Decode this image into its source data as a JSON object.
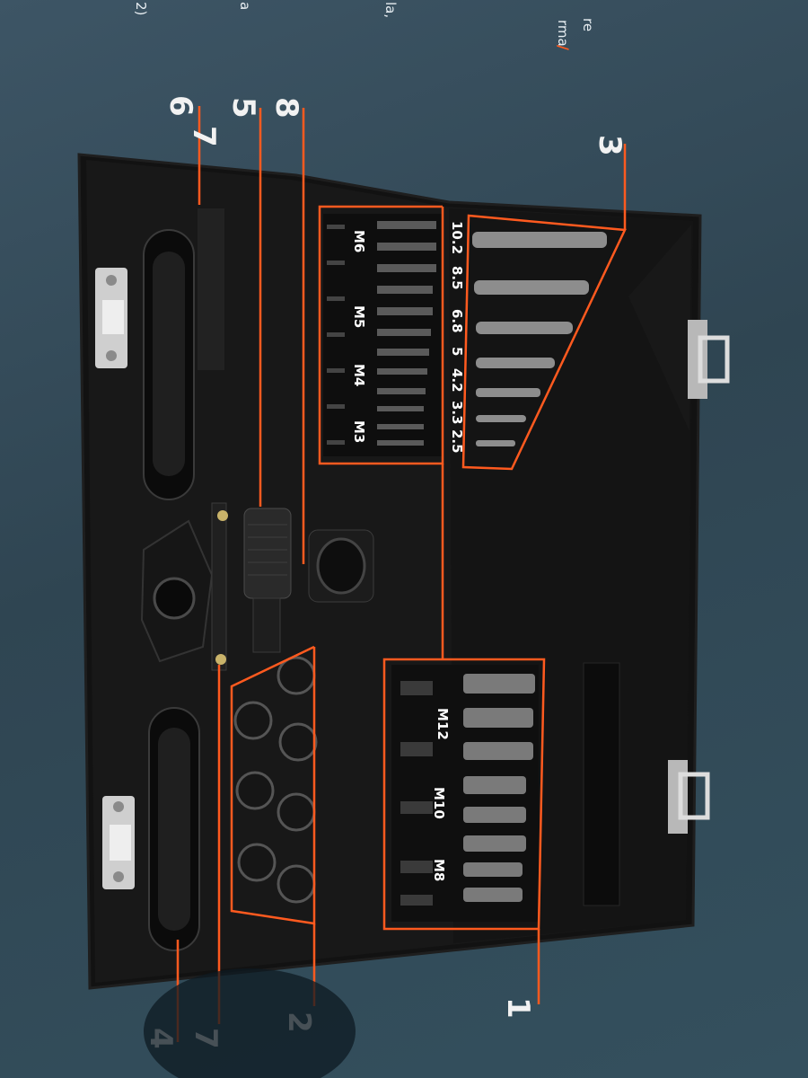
{
  "corner_text": [
    "re",
    "rma",
    "/",
    "la,",
    "2)",
    "a"
  ],
  "thread_groups_small": [
    "M3",
    "M4",
    "M5",
    "M6"
  ],
  "drill_sizes": [
    "10.2",
    "8.5",
    "6.8",
    "5",
    "4.2",
    "3.3",
    "2.5"
  ],
  "thread_groups_large": [
    "M12",
    "M10",
    "M8"
  ],
  "callouts": [
    "1",
    "2",
    "3",
    "4",
    "5",
    "6",
    "7",
    "8"
  ],
  "colors": {
    "case": "#111111",
    "callout_line": "#ff5a1f",
    "background": "#33495a"
  }
}
